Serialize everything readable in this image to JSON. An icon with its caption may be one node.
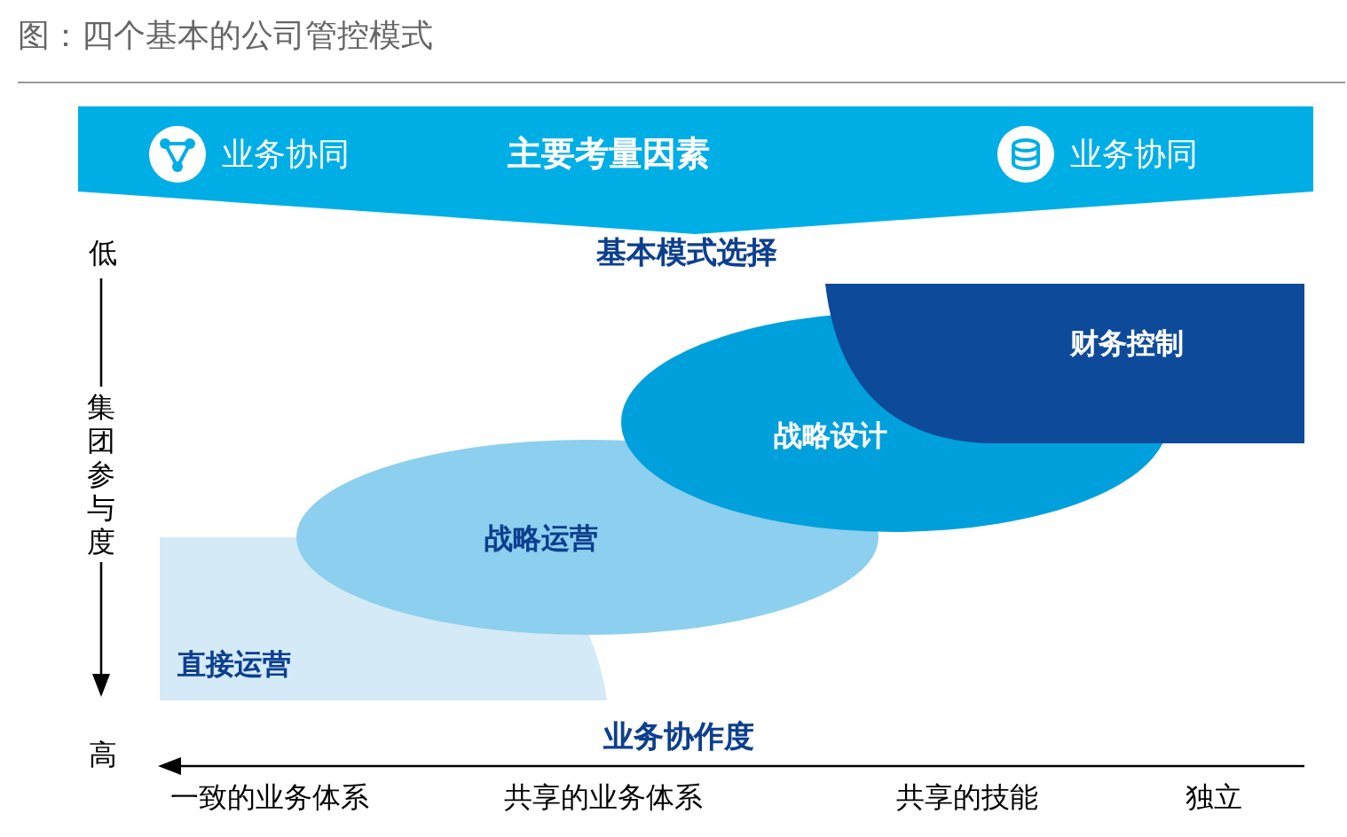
{
  "diagram": {
    "title": "图：四个基本的公司管控模式",
    "nodes": [
      {
        "text": [
          "业务协同",
          "主要考量因素",
          "业务协同"
        ]
      },
      {
        "text": [
          "直接运营"
        ]
      },
      {
        "text": [
          "战略运营"
        ]
      },
      {
        "text": [
          "战略设计"
        ]
      },
      {
        "text": [
          "财务控制"
        ]
      }
    ],
    "labels": [
      "低",
      "基本模式选择",
      "集团参与度",
      "高",
      "业务协作度",
      "一致的业务体系",
      "共享的业务体系",
      "共享的技能",
      "独立"
    ]
  }
}
